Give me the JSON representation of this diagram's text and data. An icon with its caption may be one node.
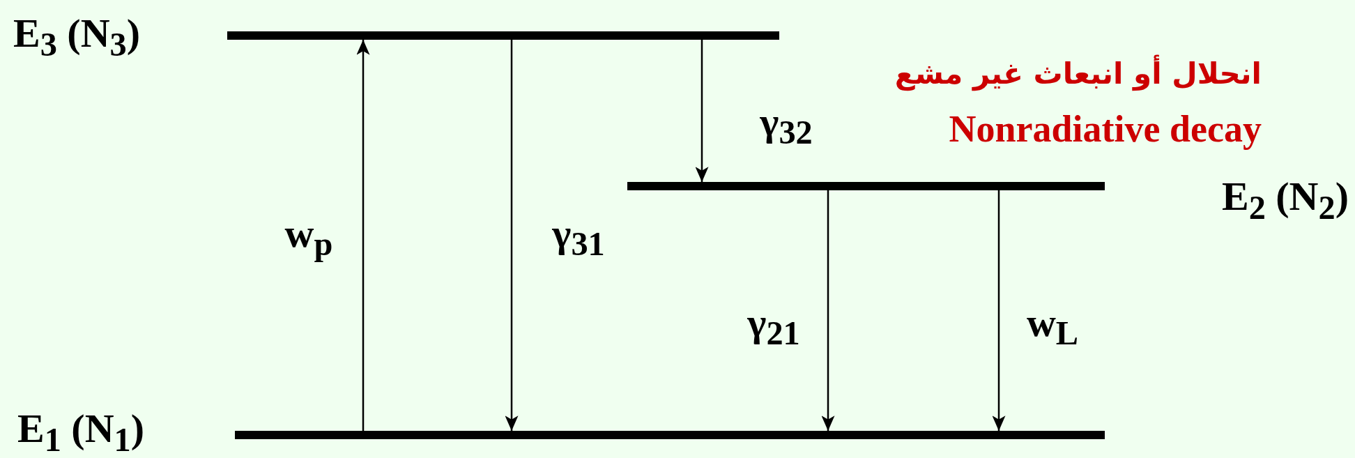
{
  "diagram": {
    "nodes": [
      {
        "text": [
          "E$_{3}$ (N$_{3}$)"
        ]
      },
      {
        "text": [
          "E$_{2}$ (N$_{2}$)"
        ]
      },
      {
        "text": [
          "E$_{1}$ (N$_{1}$)"
        ]
      }
    ],
    "edges": [
      {
        "from": 2,
        "to": 0,
        "arrow": "to",
        "label": "w$_{p}$"
      },
      {
        "from": 0,
        "to": 2,
        "arrow": "to",
        "label": "γ$_{31}$"
      },
      {
        "from": 0,
        "to": 1,
        "arrow": "to",
        "label": "γ$_{32}$"
      },
      {
        "from": 1,
        "to": 2,
        "arrow": "to",
        "label": "γ$_{21}$"
      },
      {
        "from": 1,
        "to": 2,
        "arrow": "to",
        "label": "w$_{L}$"
      }
    ],
    "labels": [
      "انحلال أو انبعاث غير مشع",
      "Nonradiative decay"
    ]
  }
}
